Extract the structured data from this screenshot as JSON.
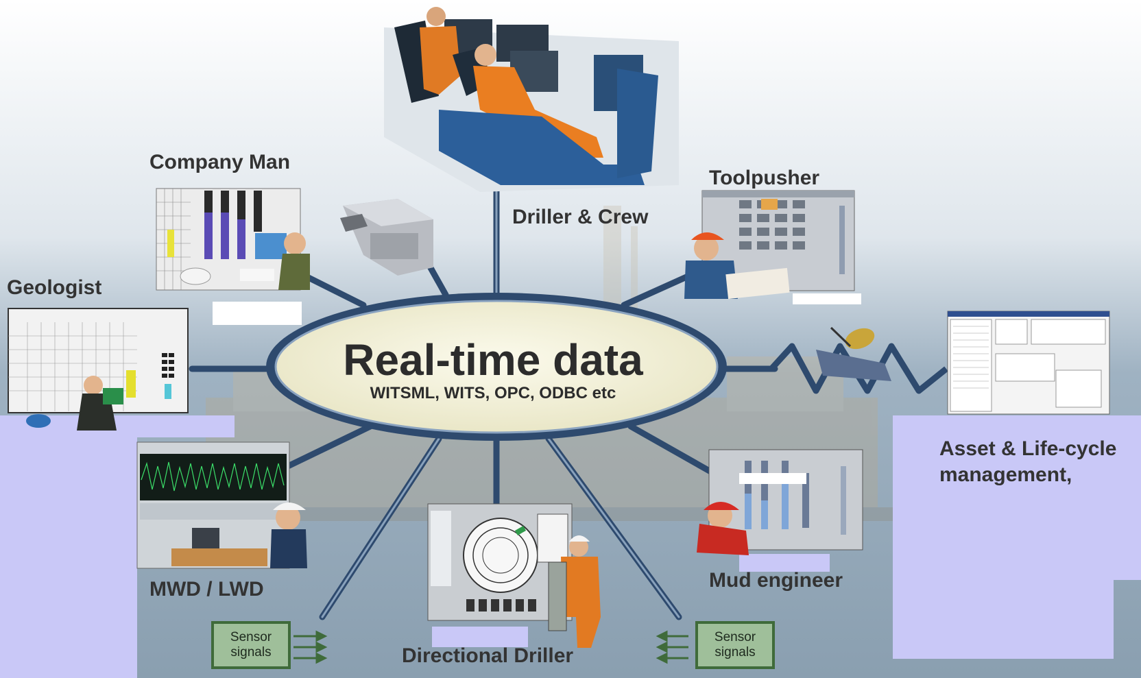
{
  "hub": {
    "title": "Real-time data",
    "subtitle": "WITSML, WITS, OPC, ODBC etc"
  },
  "roles": {
    "driller": "Driller & Crew",
    "company_man": "Company Man",
    "toolpusher": "Toolpusher",
    "geologist": "Geologist",
    "mwd": "MWD / LWD",
    "directional": "Directional Driller",
    "mud": "Mud engineer",
    "asset_line1": "Asset & Life-cycle",
    "asset_line2": "management,"
  },
  "sensors": {
    "left_line1": "Sensor",
    "left_line2": "signals",
    "right_line1": "Sensor",
    "right_line2": "signals"
  },
  "colors": {
    "spoke": "#2e4a6e",
    "hub_fill": "#f1efd6",
    "lavender": "#c9c8f7",
    "sea": "#8ea3b3"
  }
}
